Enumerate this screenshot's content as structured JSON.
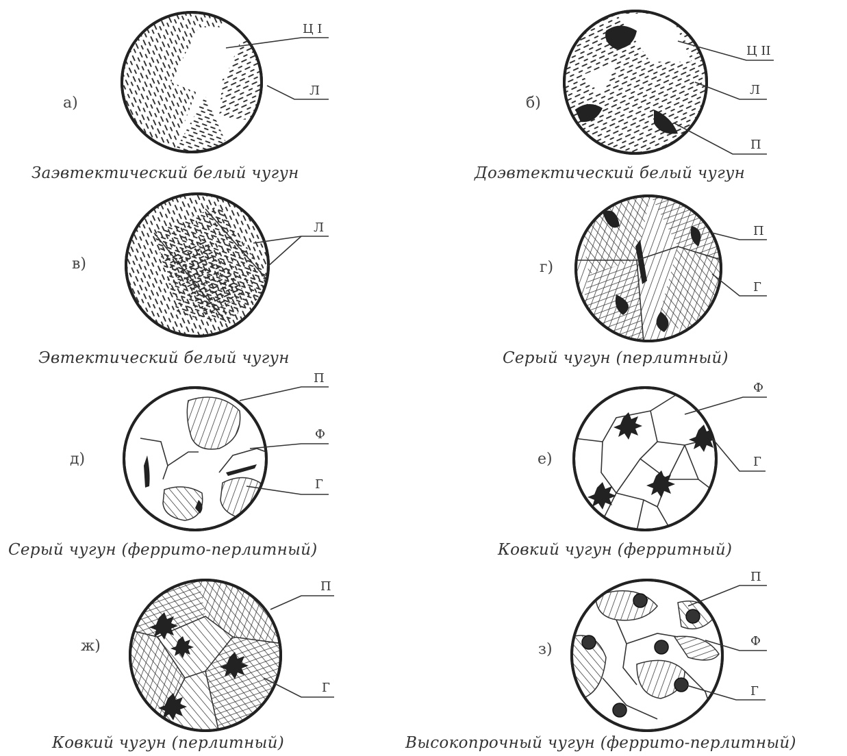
{
  "panels": [
    {
      "letter": "а)",
      "caption": "Заэвтектический белый чугун",
      "labels": [
        "Ц I",
        "Л"
      ]
    },
    {
      "letter": "б)",
      "caption": "Доэвтектический белый чугун",
      "labels": [
        "Ц II",
        "Л",
        "П"
      ]
    },
    {
      "letter": "в)",
      "caption": "Эвтектический белый чугун",
      "labels": [
        "Л"
      ]
    },
    {
      "letter": "г)",
      "caption": "Серый чугун (перлитный)",
      "labels": [
        "П",
        "Г"
      ]
    },
    {
      "letter": "д)",
      "caption": "Серый чугун (феррито-перлитный)",
      "labels": [
        "П",
        "Ф",
        "Г"
      ]
    },
    {
      "letter": "е)",
      "caption": "Ковкий чугун (ферритный)",
      "labels": [
        "Ф",
        "Г"
      ]
    },
    {
      "letter": "ж)",
      "caption": "Ковкий чугун (перлитный)",
      "labels": [
        "П",
        "Г"
      ]
    },
    {
      "letter": "з)",
      "caption": "Высокопрочный чугун (феррито-перлитный)",
      "labels": [
        "П",
        "Ф",
        "Г"
      ]
    }
  ]
}
